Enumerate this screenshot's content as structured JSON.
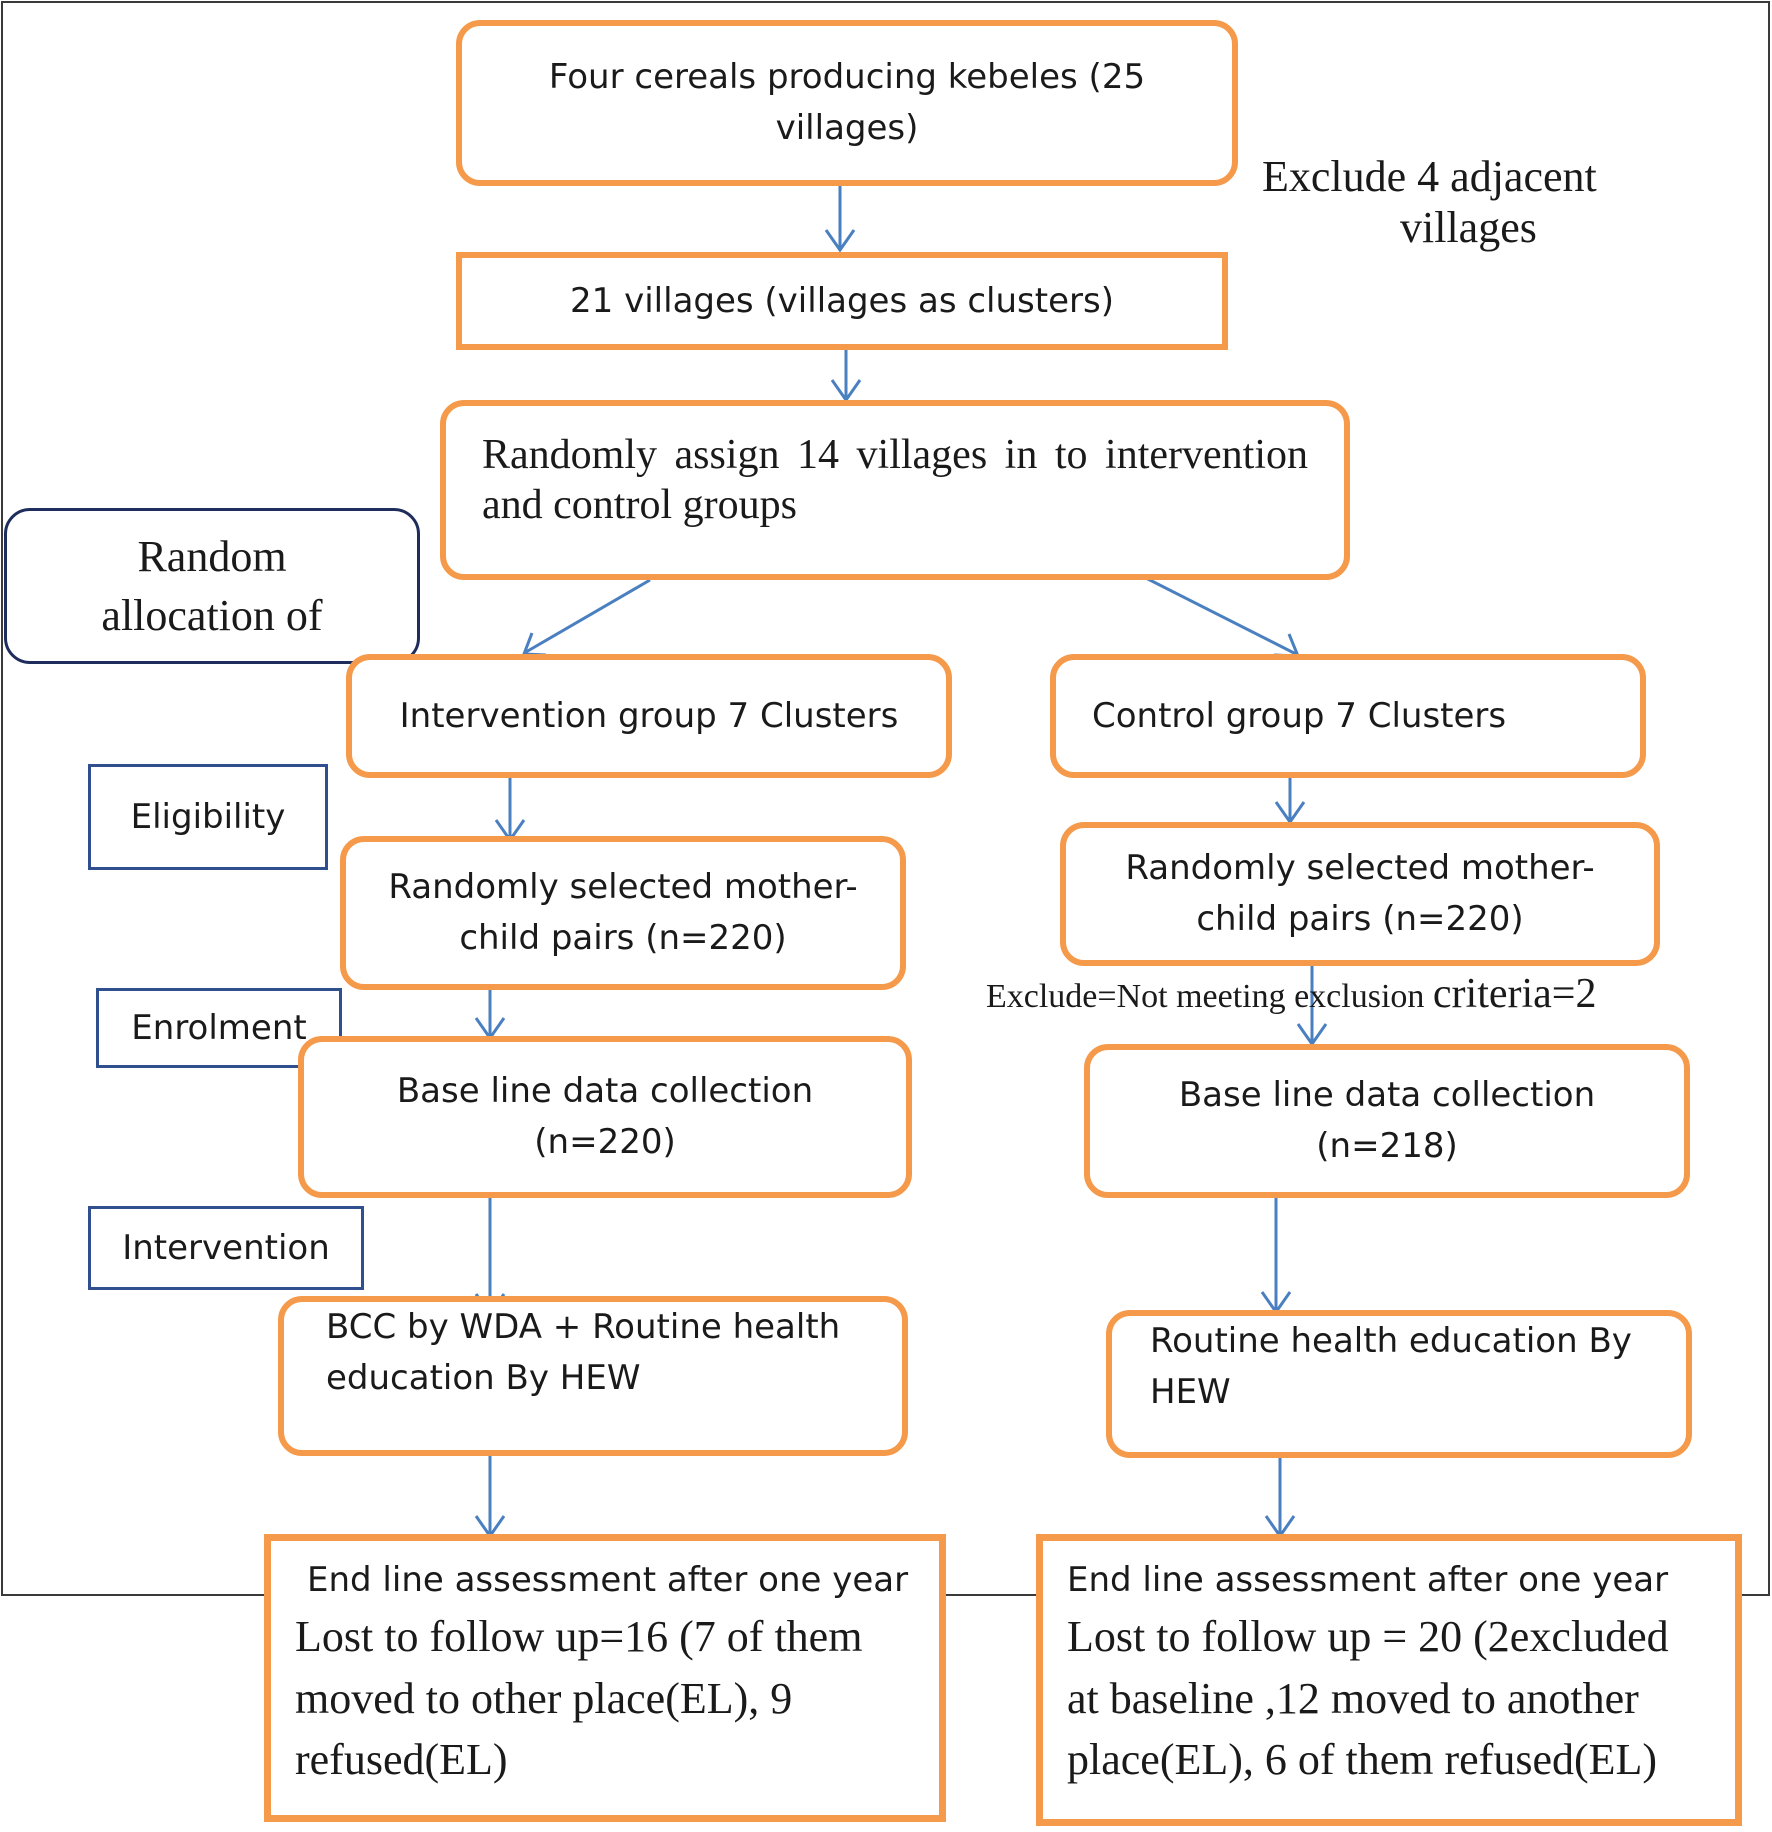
{
  "boxes": {
    "kebeles": [
      "Four cereals producing kebeles (25",
      "villages)"
    ],
    "villages": "21 villages (villages as clusters)",
    "assign": [
      "Randomly assign 14 villages in to intervention",
      "and control groups"
    ],
    "intervention_group": "Intervention group 7 Clusters",
    "control_group": "Control group 7 Clusters",
    "int_selected": [
      "Randomly selected mother-",
      "child pairs (n=220)"
    ],
    "ctl_selected": [
      "Randomly selected mother-",
      "child pairs (n=220)"
    ],
    "int_baseline": [
      "Base line data collection",
      "(n=220)"
    ],
    "ctl_baseline": [
      "Base line data collection",
      "(n=218)"
    ],
    "int_education": [
      "BCC by WDA + Routine health",
      "education By HEW"
    ],
    "ctl_education": [
      "Routine health education By",
      "HEW"
    ],
    "int_endline_head": "End line assessment after one year",
    "int_endline_body": [
      "Lost to follow up=16  (7 of them",
      "moved to other place(EL),  9",
      "refused(EL)"
    ],
    "ctl_endline_head": "End line assessment after one year",
    "ctl_endline_body": [
      "Lost to follow up = 20 (2excluded",
      "at baseline ,12 moved to another",
      "place(EL), 6 of them refused(EL)"
    ]
  },
  "labels": {
    "random_allocation": [
      "Random",
      "allocation of"
    ],
    "eligibility": "Eligibility",
    "enrolment": "Enrolment",
    "intervention": "Intervention"
  },
  "notes": {
    "exclude_villages": [
      "Exclude 4 adjacent",
      "villages"
    ],
    "exclude_criteria_a": "Exclude=Not meeting exclusion ",
    "exclude_criteria_b": "criteria=2"
  },
  "colors": {
    "box_border": "#f59a4a",
    "label_border": "#2f4f8f",
    "arrow": "#4a7fc0"
  }
}
